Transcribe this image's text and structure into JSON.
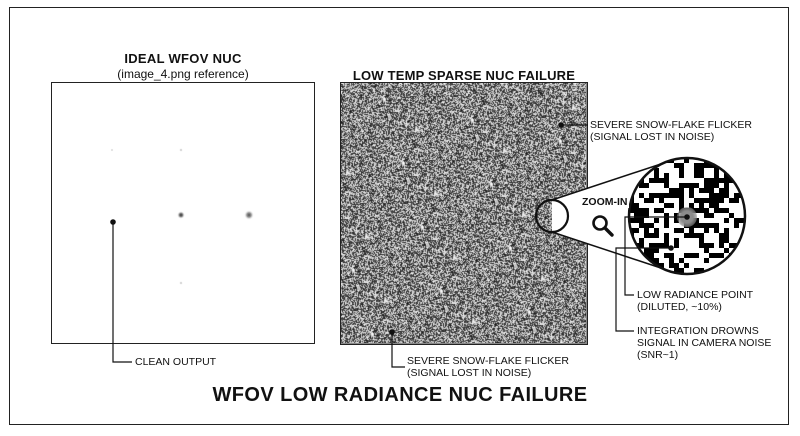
{
  "main_title": "WFOV LOW RADIANCE NUC FAILURE",
  "ideal": {
    "title": "IDEAL WFOV NUC",
    "subtitle": "(image_4.png reference)",
    "callout": "CLEAN OUTPUT"
  },
  "failure": {
    "title": "LOW TEMP SPARSE NUC FAILURE",
    "callout_top": [
      "SEVERE SNOW-FLAKE FLICKER",
      "(SIGNAL LOST IN NOISE)"
    ],
    "callout_bottom": [
      "SEVERE SNOW-FLAKE FLICKER",
      "(SIGNAL LOST IN NOISE)"
    ]
  },
  "zoom": {
    "label": "ZOOM-IN",
    "icon": "magnifier-icon",
    "point_callout": [
      "LOW RADIANCE POINT",
      "(DILUTED, ~10%)"
    ],
    "noise_callout": [
      "INTEGRATION DROWNS",
      "SIGNAL IN CAMERA NOISE",
      "(SNR~1)"
    ]
  },
  "colors": {
    "ink": "#111111",
    "frame": "#222222",
    "background": "#ffffff",
    "point_gray": "#7a7a7a"
  }
}
